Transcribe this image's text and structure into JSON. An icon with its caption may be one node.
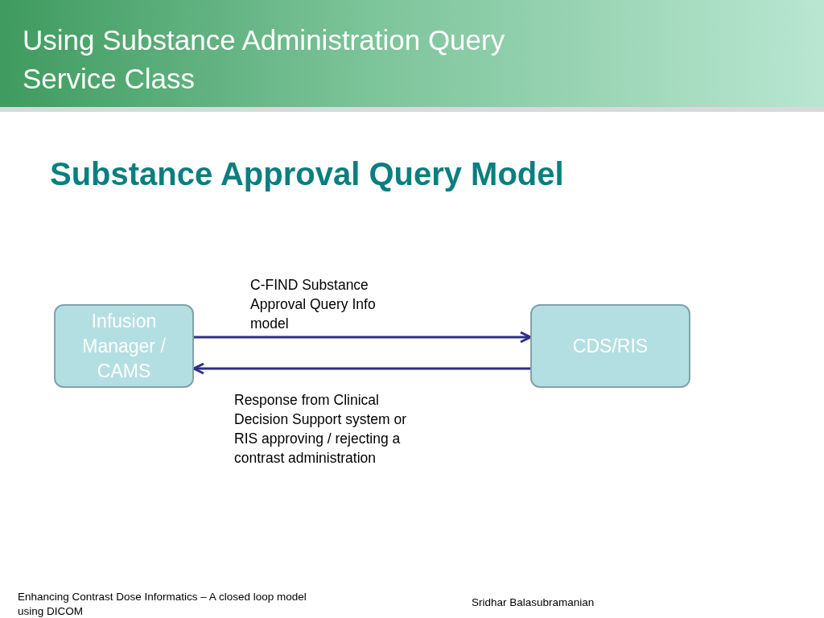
{
  "diagram": {
    "title": "Using Substance Administration Query Service Class",
    "nodes": [
      {
        "text": [
          "Infusion Manager / CAMS"
        ]
      },
      {
        "text": [
          "CDS/RIS"
        ]
      }
    ],
    "edges": [
      {
        "from": 0,
        "to": 1,
        "arrow": "to",
        "label": "C-FIND Substance Approval Query Info model"
      },
      {
        "from": 1,
        "to": 0,
        "arrow": "to",
        "label": "Response from Clinical Decision Support system or RIS approving / rejecting a contrast administration"
      }
    ],
    "labels": [
      "Substance Approval Query Model",
      "Enhancing Contrast Dose Informatics – A closed loop model using DICOM",
      "Sridhar Balasubramanian"
    ]
  }
}
